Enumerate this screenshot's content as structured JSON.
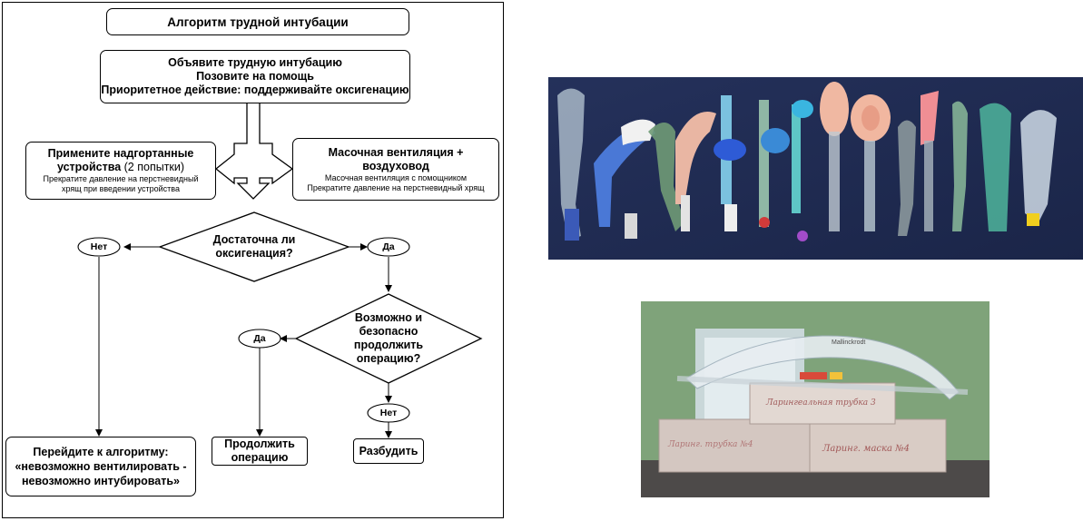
{
  "title": "Алгоритм трудной интубации",
  "start": {
    "line1": "Объявите трудную интубацию",
    "line2": "Позовите на помощь",
    "line3": "Приоритетное действие: поддерживайте оксигенацию"
  },
  "left_box": {
    "title_bold": "Примените надгортанные",
    "title_line2_bold": "устройства",
    "title_line2_normal": " (2 попытки)",
    "note1": "Прекратите давление на перстневидный",
    "note2": "хрящ при введении устройства"
  },
  "right_box": {
    "title1": "Масочная вентиляция +",
    "title2": "воздуховод",
    "note1": "Масочная вентиляция с помощником",
    "note2": "Прекратите давление на перстневидный хрящ"
  },
  "decision1": {
    "line1": "Достаточна ли",
    "line2": "оксигенация?"
  },
  "decision2": {
    "line1": "Возможно и",
    "line2": "безопасно",
    "line3": "продолжить",
    "line4": "операцию?"
  },
  "labels": {
    "no1": "Нет",
    "yes1": "Да",
    "yes2": "Да",
    "no2": "Нет"
  },
  "outcomes": {
    "left": {
      "line1": "Перейдите к алгоритму:",
      "line2": "«невозможно вентилировать -",
      "line3": "невозможно интубировать»"
    },
    "continue": {
      "line1": "Продолжить",
      "line2": "операцию"
    },
    "wake": "Разбудить"
  },
  "photo2_text": {
    "lid": "Mallinckrodt",
    "box_top": "Ларингеальная трубка 3",
    "box_left": "Ларинг. трубка №4",
    "box_right": "Ларинг. маска №4"
  },
  "colors": {
    "photo1_background": "#1f2b52",
    "photo2_wall": "#7fa37a"
  }
}
